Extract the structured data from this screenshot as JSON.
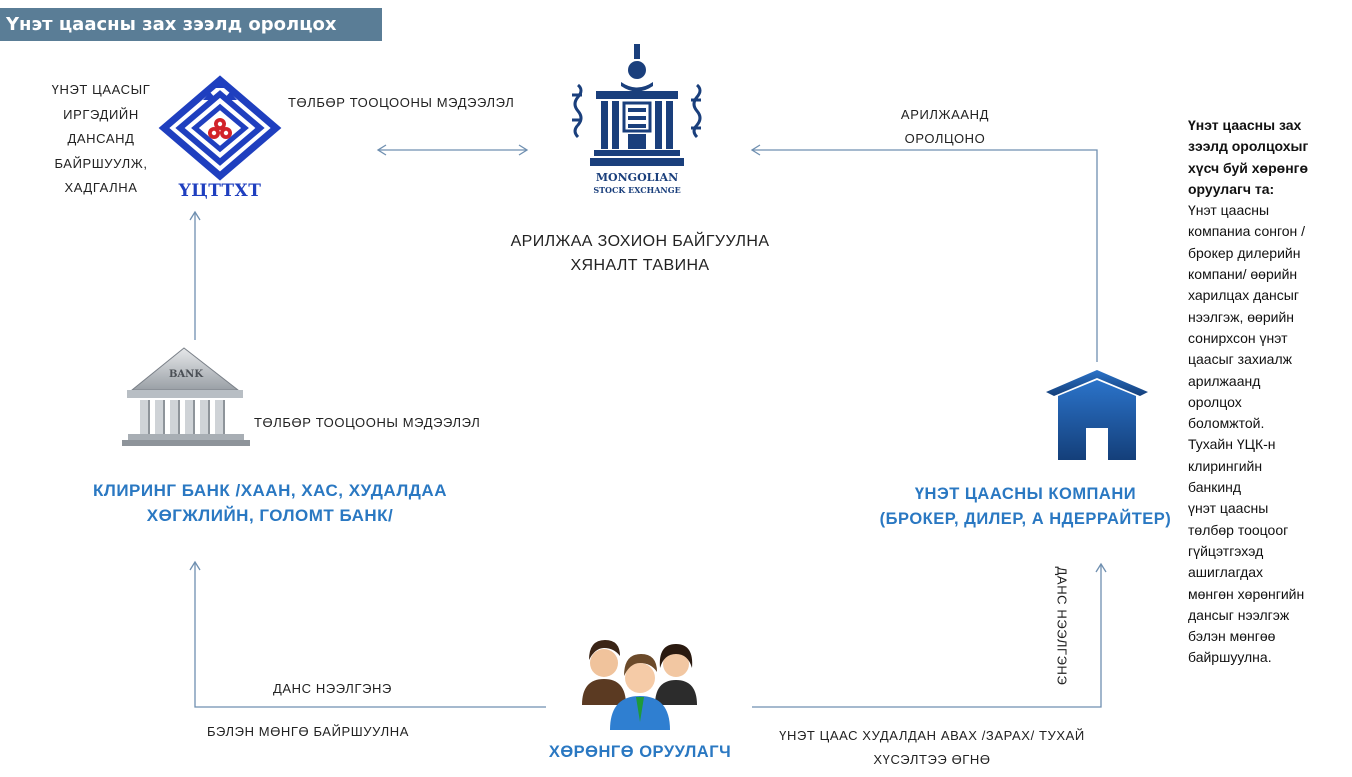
{
  "header": {
    "title": "Үнэт цаасны зах зээлд оролцох"
  },
  "nodes": {
    "depository": {
      "logo_text": "ҮЦТТХТ",
      "desc_lines": [
        "ҮНЭТ ЦААСЫГ",
        "ИРГЭДИЙН",
        "ДАНСАНД",
        "БАЙРШУУЛЖ,",
        "ХАДГАЛНА"
      ]
    },
    "exchange": {
      "logo_line1": "MONGOLIAN",
      "logo_line2": "STOCK EXCHANGE",
      "desc_line1": "АРИЛЖАА ЗОХИОН БАЙГУУЛНА",
      "desc_line2": "ХЯНАЛТ ТАВИНА"
    },
    "bank": {
      "sign_text": "BANK",
      "title_line1": "КЛИРИНГ БАНК /ХААН, ХАС, ХУДАЛДАА",
      "title_line2": "ХӨГЖЛИЙН, ГОЛОМТ БАНК/"
    },
    "broker": {
      "title_line1": "ҮНЭТ ЦААСНЫ КОМПАНИ",
      "title_line2": "(БРОКЕР, ДИЛЕР, А НДЕРРАЙТЕР)"
    },
    "investor": {
      "title": "ХӨРӨНГӨ ОРУУЛАГЧ"
    }
  },
  "edges": {
    "payment_info_top": "ТӨЛБӨР ТООЦООНЫ МЭДЭЭЛЭЛ",
    "trade_line1": "АРИЛЖААНД",
    "trade_line2": "ОРОЛЦОНО",
    "payment_info_bank": "ТӨЛБӨР ТООЦООНЫ МЭДЭЭЛЭЛ",
    "open_account_bank": "ДАНС НЭЭЛГЭНЭ",
    "deposit_cash": "БЭЛЭН МӨНГӨ БАЙРШУУЛНА",
    "open_account_broker": "ДАНС НЭЭЛГЭНЭ",
    "order_line1": "ҮНЭТ ЦААС ХУДАЛДАН АВАХ /ЗАРАХ/ ТУХАЙ",
    "order_line2": "ХҮСЭЛТЭЭ ӨГНӨ"
  },
  "sidebar": {
    "heading_lines": [
      "Үнэт цаасны зах",
      "зээлд оролцохыг",
      "хүсч буй хөрөнгө",
      "оруулагч та:"
    ],
    "body_lines": [
      "Үнэт цаасны",
      "компаниа сонгон /",
      "брокер дилерийн",
      "компани/ өөрийн",
      "харилцах дансыг",
      "нээлгэж, өөрийн",
      "сонирхсон үнэт",
      "цаасыг захиалж",
      "арилжаанд",
      "оролцох",
      "боломжтой.",
      "Тухайн ҮЦК-н",
      "клирингийн",
      "банкинд",
      "үнэт цаасны",
      "төлбөр тооцоог",
      "гүйцэтгэхэд",
      "ашиглагдах",
      "мөнгөн хөрөнгийн",
      "дансыг нээлгэж",
      "бэлэн мөнгөө",
      "байршуулна."
    ]
  },
  "colors": {
    "arrow": "#6f8fb0",
    "accent_blue": "#2a78c2",
    "logo_blue": "#1f3fbf",
    "header_bg": "#5a7d96"
  }
}
